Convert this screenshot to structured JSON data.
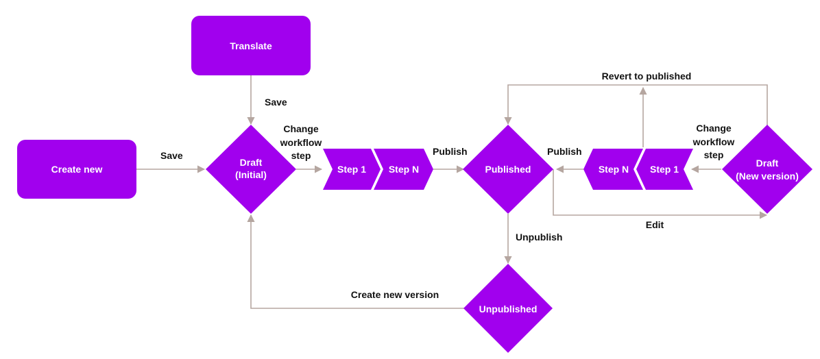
{
  "colors": {
    "node": "#a100ee",
    "edge": "#b5a6a0",
    "label": "#111111"
  },
  "nodes": {
    "translate": "Translate",
    "create_new": "Create new",
    "draft_initial": [
      "Draft",
      "(Initial)"
    ],
    "step1_left": "Step 1",
    "stepn_left": "Step N",
    "published": "Published",
    "stepn_right": "Step N",
    "step1_right": "Step 1",
    "draft_new": [
      "Draft",
      "(New version)"
    ],
    "unpublished": "Unpublished"
  },
  "edges": {
    "save_top": "Save",
    "save_left": "Save",
    "change_workflow_left": [
      "Change",
      "workflow",
      "step"
    ],
    "publish_left": "Publish",
    "publish_right": "Publish",
    "change_workflow_right": [
      "Change",
      "workflow",
      "step"
    ],
    "revert": "Revert to published",
    "edit": "Edit",
    "unpublish": "Unpublish",
    "create_new_version": "Create new version"
  }
}
